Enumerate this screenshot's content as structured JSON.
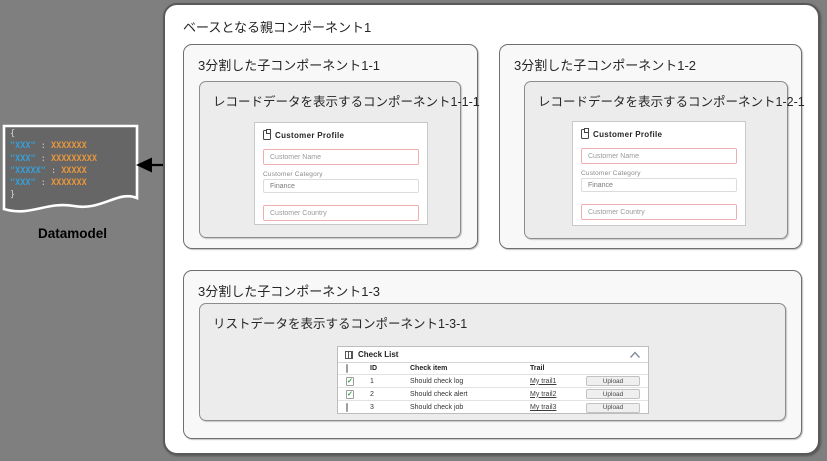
{
  "canvas": {
    "background_color": "#7f7f7f"
  },
  "parent": {
    "title": "ベースとなる親コンポーネント1"
  },
  "children": {
    "c11": {
      "title": "3分割した子コンポーネント1-1",
      "inner_title": "レコードデータを表示するコンポーネント1-1-1"
    },
    "c12": {
      "title": "3分割した子コンポーネント1-2",
      "inner_title": "レコードデータを表示するコンポーネント1-2-1"
    },
    "c13": {
      "title": "3分割した子コンポーネント1-3",
      "inner_title": "リストデータを表示するコンポーネント1-3-1"
    }
  },
  "profile_card": {
    "title": "Customer Profile",
    "name_placeholder": "Customer Name",
    "category_label": "Customer Category",
    "category_value": "Finance",
    "country_placeholder": "Customer Country",
    "input_border_color": "#f0aeae"
  },
  "check_list": {
    "title": "Check List",
    "columns": [
      "ID",
      "Check item",
      "Trail"
    ],
    "rows": [
      {
        "checked": true,
        "id": "1",
        "item": "Should check log",
        "trail": "My trail1",
        "action": "Upload"
      },
      {
        "checked": true,
        "id": "2",
        "item": "Should check alert",
        "trail": "My trail2",
        "action": "Upload"
      },
      {
        "checked": false,
        "id": "3",
        "item": "Should check job",
        "trail": "My trail3",
        "action": "Upload"
      }
    ],
    "check_color": "#2e9e44"
  },
  "datamodel": {
    "label": "Datamodel",
    "open_brace": "{",
    "close_brace": "}",
    "lines": [
      {
        "key": "\"XXX\"",
        "colon": " : ",
        "value": "XXXXXXX"
      },
      {
        "key": "\"XXX\"",
        "colon": " : ",
        "value": "XXXXXXXXX"
      },
      {
        "key": "\"XXXXX\"",
        "colon": " : ",
        "value": "XXXXX"
      },
      {
        "key": "\"XXX\"",
        "colon": " : ",
        "value": "XXXXXXX"
      }
    ],
    "colors": {
      "shape_fill": "#666666",
      "key": "#35a0d8",
      "value": "#e9973b",
      "brace": "#d9d9d9"
    }
  },
  "icons": {
    "card_header": "clipboard-icon",
    "list_header": "checklist-grid-icon",
    "collapse": "chevron-up-icon",
    "pointer": "left-arrow"
  }
}
